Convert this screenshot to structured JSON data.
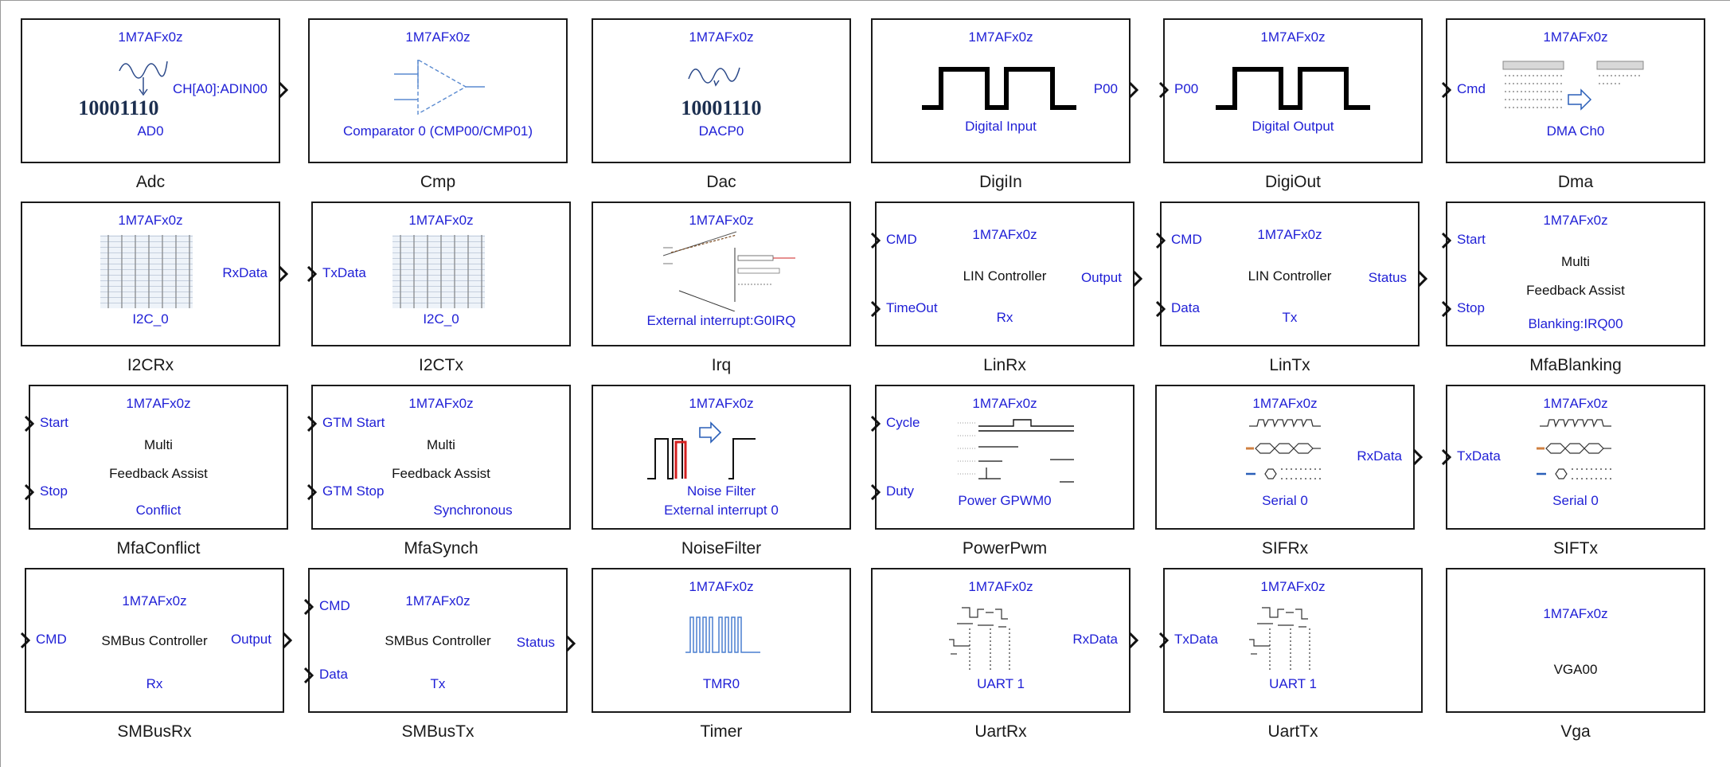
{
  "chip": "1M7AFx0z",
  "blocks": {
    "adc": {
      "name": "Adc",
      "label": "AD0",
      "bits": "10001110",
      "out_port": "CH[A0]:ADIN00",
      "icon": "sine-wave-to-digital-icon"
    },
    "cmp": {
      "name": "Cmp",
      "label": "Comparator 0 (CMP00/CMP01)",
      "icon": "comparator-icon"
    },
    "dac": {
      "name": "Dac",
      "label": "DACP0",
      "bits": "10001110",
      "icon": "digital-to-sine-wave-icon"
    },
    "digiin": {
      "name": "DigiIn",
      "label": "Digital Input",
      "out_port": "P00",
      "icon": "square-wave-icon"
    },
    "digiout": {
      "name": "DigiOut",
      "label": "Digital Output",
      "in_port": "P00",
      "icon": "square-wave-icon"
    },
    "dma": {
      "name": "Dma",
      "label": "DMA Ch0",
      "in_port": "Cmd",
      "icon": "dma-transfer-icon"
    },
    "i2crx": {
      "name": "I2CRx",
      "label": "I2C_0",
      "out_port": "RxData",
      "icon": "i2c-waveform-icon"
    },
    "i2ctx": {
      "name": "I2CTx",
      "label": "I2C_0",
      "in_port": "TxData",
      "icon": "i2c-waveform-icon"
    },
    "irq": {
      "name": "Irq",
      "label": "External interrupt:G0IRQ",
      "icon": "interrupt-diagram-icon"
    },
    "linrx": {
      "name": "LinRx",
      "title": "LIN Controller",
      "label": "Rx",
      "in_ports": [
        "CMD",
        "TimeOut"
      ],
      "out_port": "Output"
    },
    "lintx": {
      "name": "LinTx",
      "title": "LIN Controller",
      "label": "Tx",
      "in_ports": [
        "CMD",
        "Data"
      ],
      "out_port": "Status"
    },
    "mfablanking": {
      "name": "MfaBlanking",
      "line1": "Multi",
      "line2": "Feedback Assist",
      "label": "Blanking:IRQ00",
      "in_ports": [
        "Start",
        "Stop"
      ]
    },
    "mfaconflict": {
      "name": "MfaConflict",
      "line1": "Multi",
      "line2": "Feedback Assist",
      "label": "Conflict",
      "in_ports": [
        "Start",
        "Stop"
      ]
    },
    "mfasynch": {
      "name": "MfaSynch",
      "line1": "Multi",
      "line2": "Feedback Assist",
      "label": "Synchronous",
      "in_ports": [
        "GTM Start",
        "GTM Stop"
      ]
    },
    "noisefilter": {
      "name": "NoiseFilter",
      "label1": "Noise Filter",
      "label2": "External interrupt 0",
      "icon": "noise-filter-waveform-icon"
    },
    "powerpwm": {
      "name": "PowerPwm",
      "label": "Power GPWM0",
      "in_ports": [
        "Cycle",
        "Duty"
      ],
      "icon": "pwm-timing-icon"
    },
    "sifrx": {
      "name": "SIFRx",
      "label": "Serial 0",
      "out_port": "RxData",
      "icon": "serial-timing-icon"
    },
    "siftx": {
      "name": "SIFTx",
      "label": "Serial 0",
      "in_port": "TxData",
      "icon": "serial-timing-icon"
    },
    "smbusrx": {
      "name": "SMBusRx",
      "title": "SMBus Controller",
      "label": "Rx",
      "in_port": "CMD",
      "out_port": "Output"
    },
    "smbustx": {
      "name": "SMBusTx",
      "title": "SMBus Controller",
      "label": "Tx",
      "in_ports": [
        "CMD",
        "Data"
      ],
      "out_port": "Status"
    },
    "timer": {
      "name": "Timer",
      "label": "TMR0",
      "icon": "pulse-train-icon"
    },
    "uartrx": {
      "name": "UartRx",
      "label": "UART 1",
      "out_port": "RxData",
      "icon": "uart-timing-icon"
    },
    "uarttx": {
      "name": "UartTx",
      "label": "UART 1",
      "in_port": "TxData",
      "icon": "uart-timing-icon"
    },
    "vga": {
      "name": "Vga",
      "label": "VGA00"
    }
  },
  "colors": {
    "port_text": "#1f1fd6",
    "border": "#1a1a1a",
    "binary_text": "#1c2f50",
    "noise_red": "#d42020",
    "timer_blue": "#4a7fd0"
  }
}
